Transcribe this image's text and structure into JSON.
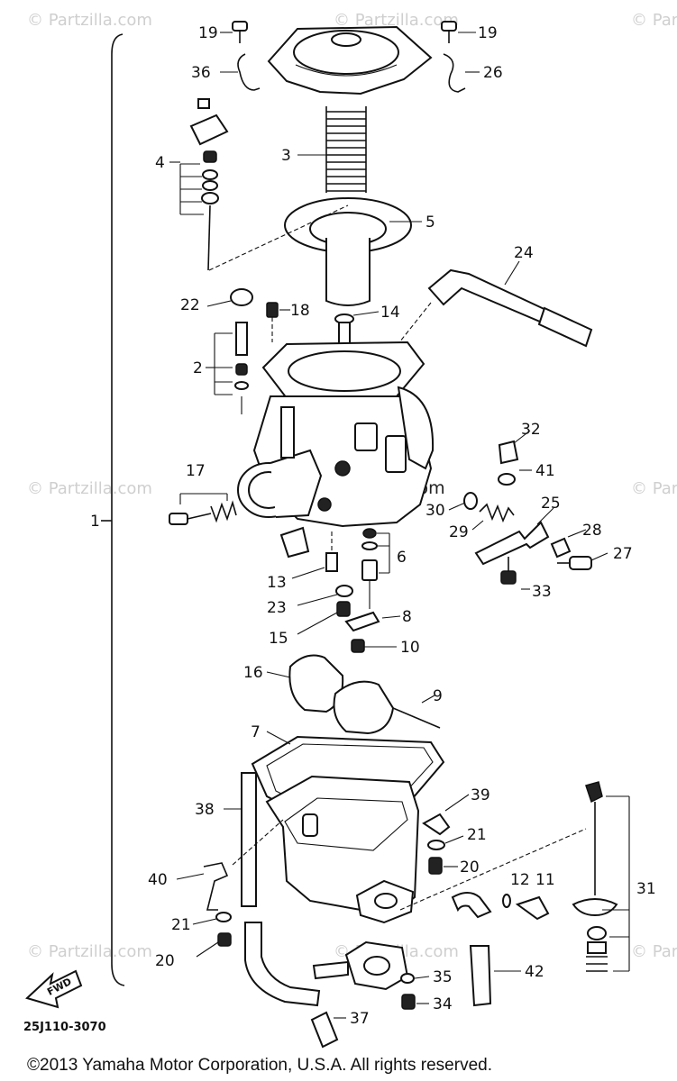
{
  "watermark": "© Partzilla.com",
  "watermark_center": "Partzilla.com",
  "diagram_code": "25J110-3070",
  "copyright": "©2013 Yamaha Motor Corporation, U.S.A. All rights reserved.",
  "fwd_label": "FWD",
  "callouts": [
    {
      "id": "c19a",
      "label": "19"
    },
    {
      "id": "c19b",
      "label": "19"
    },
    {
      "id": "c36",
      "label": "36"
    },
    {
      "id": "c26",
      "label": "26"
    },
    {
      "id": "c4",
      "label": "4"
    },
    {
      "id": "c3",
      "label": "3"
    },
    {
      "id": "c5",
      "label": "5"
    },
    {
      "id": "c24",
      "label": "24"
    },
    {
      "id": "c22",
      "label": "22"
    },
    {
      "id": "c18",
      "label": "18"
    },
    {
      "id": "c14",
      "label": "14"
    },
    {
      "id": "c2",
      "label": "2"
    },
    {
      "id": "c32",
      "label": "32"
    },
    {
      "id": "c41",
      "label": "41"
    },
    {
      "id": "c17",
      "label": "17"
    },
    {
      "id": "c1",
      "label": "1"
    },
    {
      "id": "c30",
      "label": "30"
    },
    {
      "id": "c25",
      "label": "25"
    },
    {
      "id": "c29",
      "label": "29"
    },
    {
      "id": "c28",
      "label": "28"
    },
    {
      "id": "c27",
      "label": "27"
    },
    {
      "id": "c6",
      "label": "6"
    },
    {
      "id": "c13",
      "label": "13"
    },
    {
      "id": "c33",
      "label": "33"
    },
    {
      "id": "c23",
      "label": "23"
    },
    {
      "id": "c8",
      "label": "8"
    },
    {
      "id": "c15",
      "label": "15"
    },
    {
      "id": "c10",
      "label": "10"
    },
    {
      "id": "c16",
      "label": "16"
    },
    {
      "id": "c9",
      "label": "9"
    },
    {
      "id": "c7",
      "label": "7"
    },
    {
      "id": "c39",
      "label": "39"
    },
    {
      "id": "c38",
      "label": "38"
    },
    {
      "id": "c21a",
      "label": "21"
    },
    {
      "id": "c31",
      "label": "31"
    },
    {
      "id": "c20a",
      "label": "20"
    },
    {
      "id": "c40",
      "label": "40"
    },
    {
      "id": "c12",
      "label": "12"
    },
    {
      "id": "c11",
      "label": "11"
    },
    {
      "id": "c21b",
      "label": "21"
    },
    {
      "id": "c20b",
      "label": "20"
    },
    {
      "id": "c42",
      "label": "42"
    },
    {
      "id": "c35",
      "label": "35"
    },
    {
      "id": "c34",
      "label": "34"
    },
    {
      "id": "c37",
      "label": "37"
    }
  ]
}
